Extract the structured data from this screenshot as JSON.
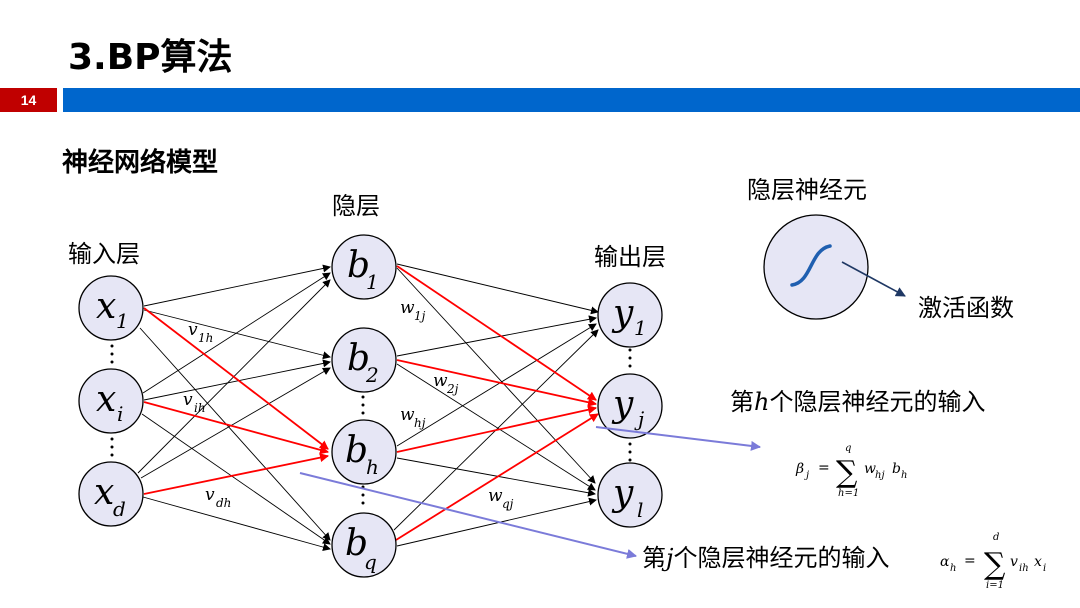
{
  "header": {
    "title": "3.BP算法",
    "page_number": "14",
    "accent_red": "#c00000",
    "accent_blue": "#0066cc"
  },
  "section_title": "神经网络模型",
  "layers": {
    "input_label": "输入层",
    "hidden_label": "隐层",
    "output_label": "输出层"
  },
  "nodes": {
    "input": [
      {
        "main": "x",
        "sub": "1"
      },
      {
        "main": "x",
        "sub": "i"
      },
      {
        "main": "x",
        "sub": "d"
      }
    ],
    "hidden": [
      {
        "main": "b",
        "sub": "1"
      },
      {
        "main": "b",
        "sub": "2"
      },
      {
        "main": "b",
        "sub": "h"
      },
      {
        "main": "b",
        "sub": "q"
      }
    ],
    "output": [
      {
        "main": "y",
        "sub": "1"
      },
      {
        "main": "y",
        "sub": "j"
      },
      {
        "main": "y",
        "sub": "l"
      }
    ],
    "fill": "#e6e6f5"
  },
  "weights": {
    "v1h": {
      "main": "v",
      "sub": "1h"
    },
    "vih": {
      "main": "v",
      "sub": "ih"
    },
    "vdh": {
      "main": "v",
      "sub": "dh"
    },
    "w1j": {
      "main": "w",
      "sub": "1j"
    },
    "w2j": {
      "main": "w",
      "sub": "2j"
    },
    "whj": {
      "main": "w",
      "sub": "hj"
    },
    "wqj": {
      "main": "w",
      "sub": "qj"
    }
  },
  "neuron": {
    "title": "隐层神经元",
    "activation_label": "激活函数"
  },
  "notes": {
    "output_input_prefix": "第",
    "output_input_var": "h",
    "output_input_suffix": "个隐层神经元的输入",
    "hidden_input_prefix": "第",
    "hidden_input_var": "j",
    "hidden_input_suffix": "个隐层神经元的输入"
  },
  "formulas": {
    "beta": {
      "lhs": "β",
      "lhs_sub": "j",
      "eq": "=",
      "sum": "∑",
      "upper": "q",
      "lower": "h=1",
      "term_w": "w",
      "term_w_sub": "hj",
      "term_b": "b",
      "term_b_sub": "h"
    },
    "alpha": {
      "lhs": "α",
      "lhs_sub": "h",
      "eq": "=",
      "sum": "∑",
      "upper": "d",
      "lower": "i=1",
      "term_v": "v",
      "term_v_sub": "ih",
      "term_x": "x",
      "term_x_sub": "i"
    }
  },
  "colors": {
    "highlight": "#ff0000",
    "connection": "#000000",
    "pointer": "#7b7bd9",
    "activation_curve": "#1f5fb0",
    "activation_arrow": "#1f3864"
  }
}
